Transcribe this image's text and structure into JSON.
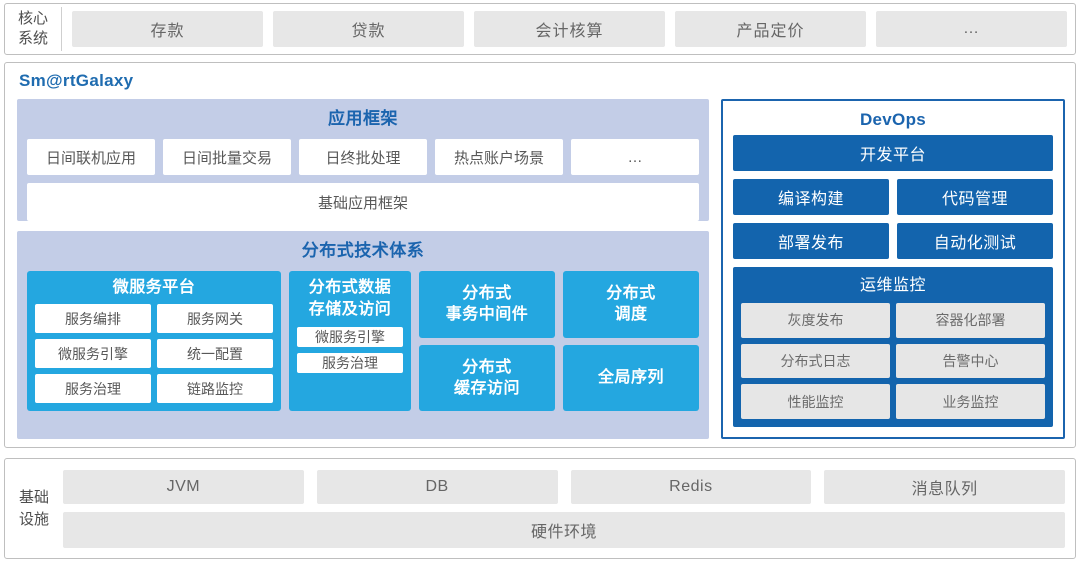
{
  "core_systems": {
    "label": "核心\n系统",
    "items": [
      {
        "label": "存款"
      },
      {
        "label": "贷款"
      },
      {
        "label": "会计核算"
      },
      {
        "label": "产品定价"
      },
      {
        "label": "…"
      }
    ]
  },
  "galaxy": {
    "title": "Sm@rtGalaxy",
    "app_framework": {
      "title": "应用框架",
      "items": [
        {
          "label": "日间联机应用"
        },
        {
          "label": "日间批量交易"
        },
        {
          "label": "日终批处理"
        },
        {
          "label": "热点账户场景"
        },
        {
          "label": "…"
        }
      ],
      "base": "基础应用框架"
    },
    "distributed": {
      "title": "分布式技术体系",
      "microservice": {
        "title": "微服务平台",
        "items": [
          {
            "label": "服务编排"
          },
          {
            "label": "服务网关"
          },
          {
            "label": "微服务引擎"
          },
          {
            "label": "统一配置"
          },
          {
            "label": "服务治理"
          },
          {
            "label": "链路监控"
          }
        ]
      },
      "data_storage": {
        "title": "分布式数据\n存储及访问",
        "items": [
          {
            "label": "微服务引擎"
          },
          {
            "label": "服务治理"
          }
        ]
      },
      "column3": [
        {
          "label": "分布式\n事务中间件"
        },
        {
          "label": "分布式\n缓存访问"
        }
      ],
      "column4": [
        {
          "label": "分布式\n调度"
        },
        {
          "label": "全局序列"
        }
      ]
    }
  },
  "devops": {
    "title": "DevOps",
    "platform": "开发平台",
    "pairs": [
      {
        "label": "编译构建"
      },
      {
        "label": "代码管理"
      },
      {
        "label": "部署发布"
      },
      {
        "label": "自动化测试"
      }
    ],
    "monitor": {
      "title": "运维监控",
      "items": [
        {
          "label": "灰度发布"
        },
        {
          "label": "容器化部署"
        },
        {
          "label": "分布式日志"
        },
        {
          "label": "告警中心"
        },
        {
          "label": "性能监控"
        },
        {
          "label": "业务监控"
        }
      ]
    }
  },
  "infrastructure": {
    "label": "基础\n设施",
    "items": [
      {
        "label": "JVM"
      },
      {
        "label": "DB"
      },
      {
        "label": "Redis"
      },
      {
        "label": "消息队列"
      }
    ],
    "hardware": "硬件环境"
  },
  "colors": {
    "accent_blue": "#1b64ae",
    "cyan_blue": "#24a7e0",
    "devops_blue": "#1364ad",
    "lavender": "#c3cde7",
    "chip_gray": "#e7e7e7"
  }
}
